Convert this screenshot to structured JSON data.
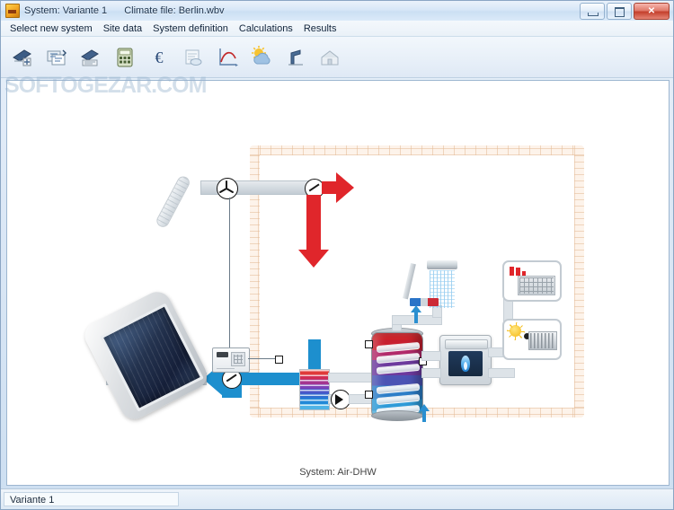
{
  "window": {
    "app_icon": "app-icon",
    "title_system": "System: Variante 1",
    "title_climate": "Climate file: Berlin.wbv",
    "minimize_label": "–",
    "maximize_label": "□",
    "close_label": "✕"
  },
  "menu": {
    "items": [
      {
        "label": "Select new system",
        "accel": "S"
      },
      {
        "label": "Site data",
        "accel": "i"
      },
      {
        "label": "System definition",
        "accel": "y"
      },
      {
        "label": "Calculations",
        "accel": "C"
      },
      {
        "label": "Results",
        "accel": "R"
      }
    ]
  },
  "toolbar": {
    "buttons": [
      {
        "name": "new-collector-system-icon",
        "title": "New collector system"
      },
      {
        "name": "system-variants-icon",
        "title": "System variants"
      },
      {
        "name": "collector-definition-icon",
        "title": "Collector definition"
      },
      {
        "name": "calculator-icon",
        "title": "Calculator"
      },
      {
        "name": "euro-cost-icon",
        "title": "Economics / cost"
      },
      {
        "name": "report-icon",
        "title": "Report"
      },
      {
        "name": "chart-curve-icon",
        "title": "Diagrams"
      },
      {
        "name": "weather-sun-cloud-icon",
        "title": "Climate data"
      },
      {
        "name": "collector-tilt-icon",
        "title": "Collector orientation"
      },
      {
        "name": "building-house-icon",
        "title": "Building"
      }
    ]
  },
  "watermark": {
    "text": "SOFTOGEZAR.COM"
  },
  "canvas": {
    "system_caption": "System: Air-DHW",
    "components": {
      "collector": "solar-air-collector",
      "fan": "fan-symbol",
      "supply_gauge": "supply-air-gauge",
      "return_gauge": "return-air-gauge",
      "controller": "solar-controller",
      "heat_exchanger": "air-water-heat-exchanger",
      "pump": "circulation-pump",
      "storage_tank": "stratified-dhw-tank",
      "shower": "shower-outlet",
      "mixer": "hot-cold-mixer",
      "boiler": "gas-boiler",
      "panel_top": "heat-demand-panel",
      "panel_bottom": "solar-gain-panel"
    },
    "colors": {
      "supply_air": "#e0262b",
      "return_air": "#1d8fce",
      "duct": "#dde3e8",
      "wall": "#e4ba96",
      "tank_hot": "#d52128",
      "tank_cold": "#53b9e8"
    }
  },
  "statusbar": {
    "variant": "Variante 1"
  }
}
